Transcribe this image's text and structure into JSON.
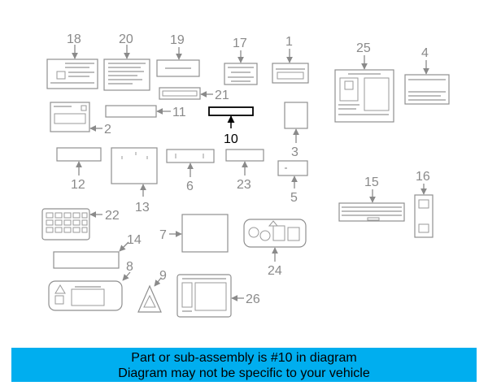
{
  "diagram": {
    "highlight_color": "#000000",
    "part_color": "#8f8f8f",
    "callouts": {
      "c1": "1",
      "c2": "2",
      "c3": "3",
      "c4": "4",
      "c5": "5",
      "c6": "6",
      "c7": "7",
      "c8": "8",
      "c9": "9",
      "c10": "10",
      "c11": "11",
      "c12": "12",
      "c13": "13",
      "c14": "14",
      "c15": "15",
      "c16": "16",
      "c17": "17",
      "c18": "18",
      "c19": "19",
      "c20": "20",
      "c21": "21",
      "c22": "22",
      "c23": "23",
      "c24": "24",
      "c25": "25",
      "c26": "26"
    },
    "highlighted_part": "10"
  },
  "banner": {
    "background": "#00aeef",
    "line1": "Part or sub-assembly is #10 in diagram",
    "line2": "Diagram may not be specific to your vehicle"
  }
}
